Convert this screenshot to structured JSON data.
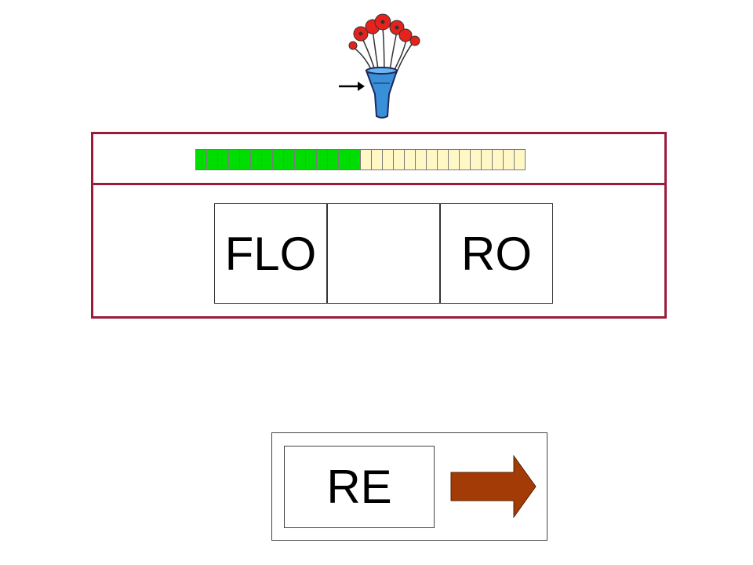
{
  "illustration": {
    "subject": "flower-vase-icon",
    "pointer": "arrow-right-icon"
  },
  "progress": {
    "completed_fraction": 0.5,
    "completed_segments": 15,
    "total_segments": 30,
    "colors": {
      "done": "#00dd00",
      "remaining": "#fff7c6"
    }
  },
  "word": {
    "syllables": [
      "FLO",
      "",
      "RO"
    ]
  },
  "answer": {
    "option_label": "RE"
  },
  "colors": {
    "panel_border": "#9b1b3a",
    "next_arrow": "#a23b05"
  },
  "icons": {
    "next": "arrow-right-icon"
  }
}
